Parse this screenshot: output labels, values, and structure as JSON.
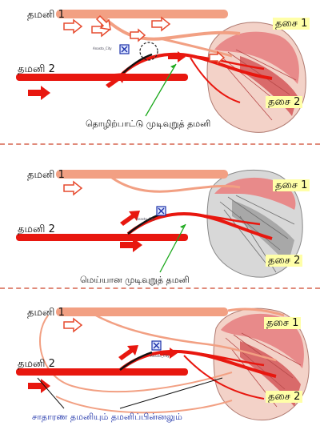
{
  "labels": {
    "artery_1": "தமனி 1",
    "artery_2": "தமனி 2",
    "muscle_1": "தசை 1",
    "muscle_2": "தசை 2"
  },
  "panels": [
    {
      "caption": "தொழிற்பாட்டு முடிவுறுத் தமனி",
      "anastomosis_label": "Anasto_City"
    },
    {
      "caption": "மெய்யான முடிவுறுத் தமனி",
      "anastomosis_label": "Anasto_City"
    },
    {
      "caption": "சாதாரண தமனியும் தமனிப்பின்னலும்",
      "anastomosis_label": "Anasto_City"
    }
  ],
  "colors": {
    "artery_red": "#e8170f",
    "artery_salmon": "#f2a083",
    "arrow_outline": "#e64a2e",
    "muscle_pink": "#e88a8a",
    "muscle_grey": "#b9b9b9",
    "label_highlight": "#ffffa8",
    "pointer_green": "#1aa81a",
    "caption_blue": "#1a2fa8",
    "divider": "#e08a7a"
  }
}
